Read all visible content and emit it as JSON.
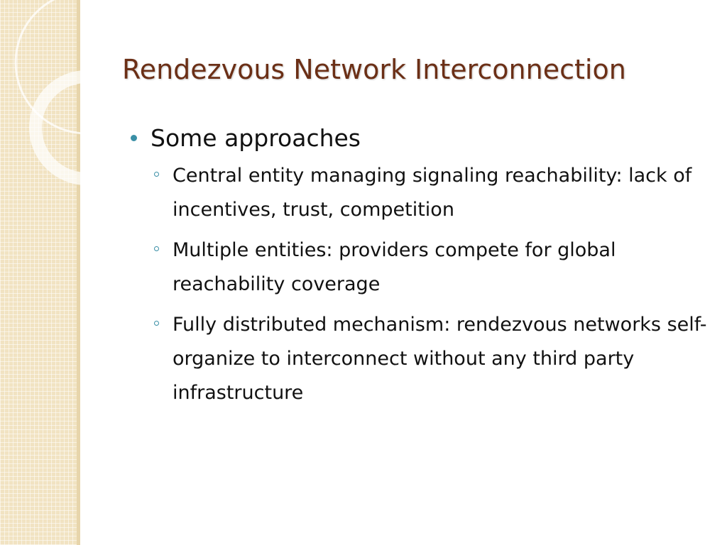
{
  "slide": {
    "title": "Rendezvous Network Interconnection",
    "colors": {
      "title": "#6b2f16",
      "bullet": "#3a8fa6",
      "side_panel": "#f1e3c2"
    },
    "bullets": [
      {
        "text": "Some approaches",
        "sub_bullets": [
          {
            "text": "Central entity managing signaling reachability: lack of incentives, trust, competition"
          },
          {
            "text": "Multiple entities: providers compete for global reachability coverage"
          },
          {
            "text": "Fully distributed mechanism: rendezvous networks self-organize to interconnect without any third party infrastructure"
          }
        ]
      }
    ]
  }
}
